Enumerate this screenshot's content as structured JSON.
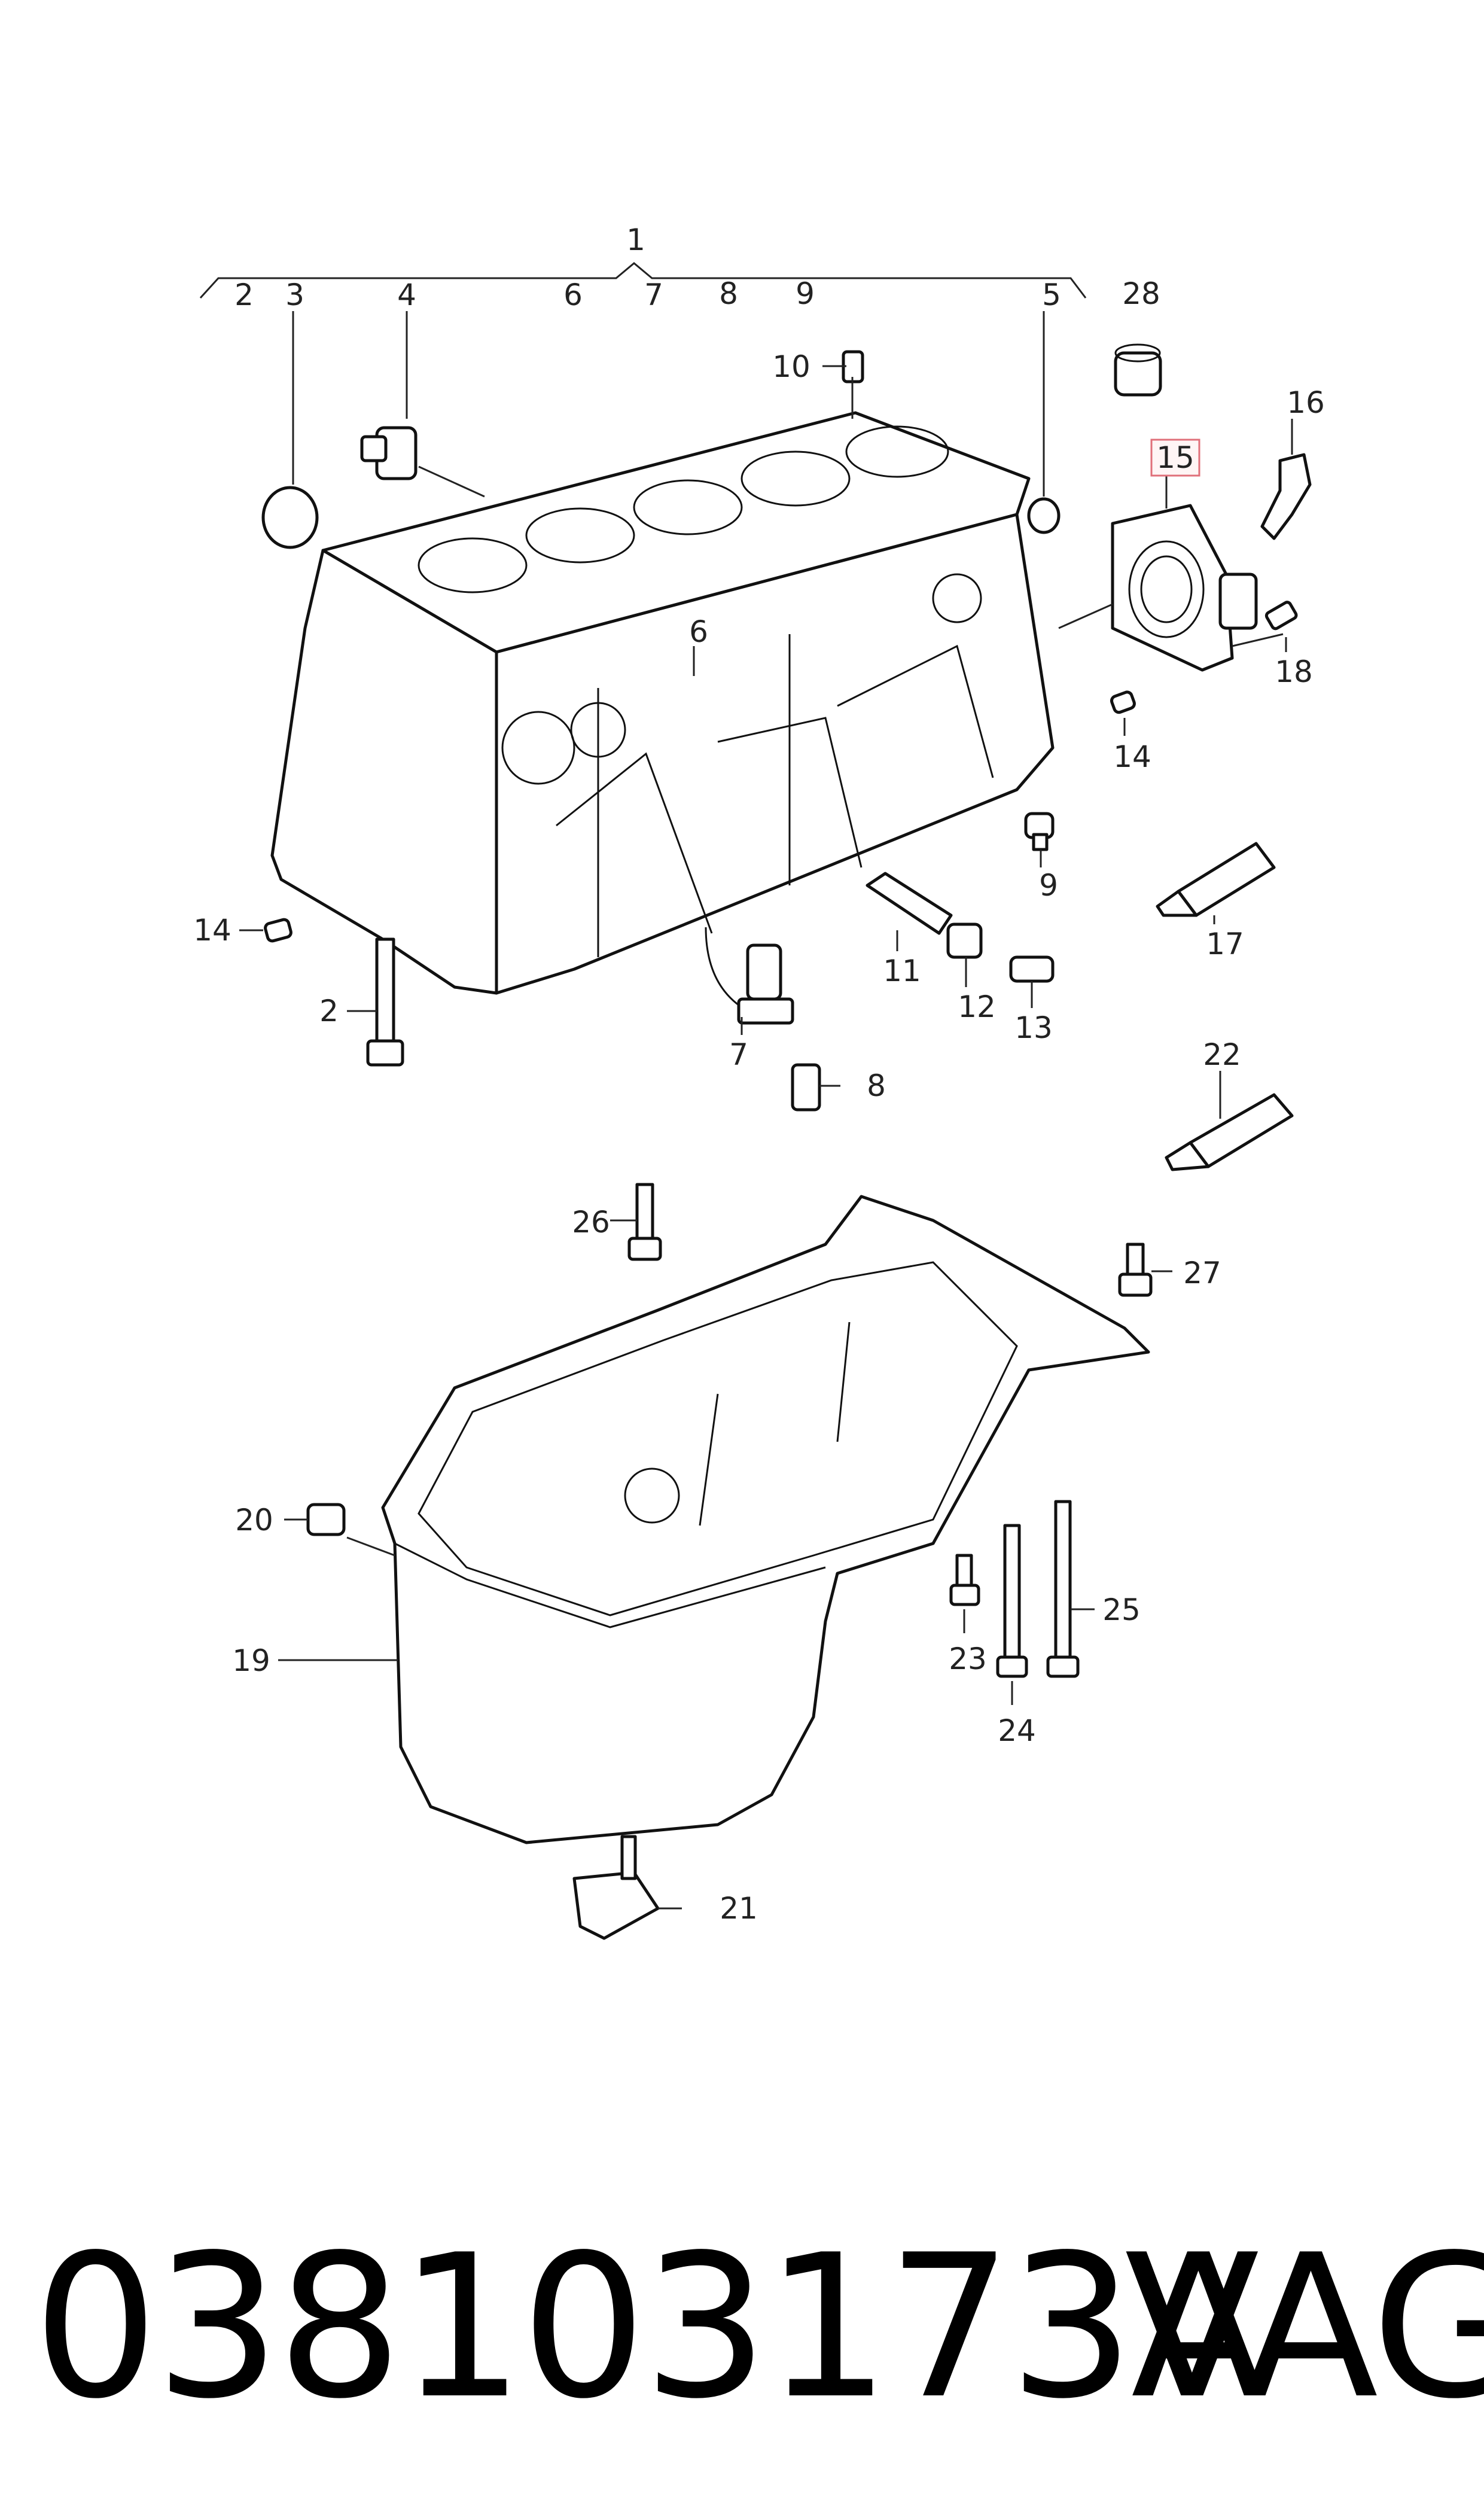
{
  "diagram": {
    "callouts": [
      {
        "label": "1"
      },
      {
        "label": "2"
      },
      {
        "label": "3"
      },
      {
        "label": "4"
      },
      {
        "label": "6"
      },
      {
        "label": "7"
      },
      {
        "label": "8"
      },
      {
        "label": "9"
      },
      {
        "label": "5"
      },
      {
        "label": "28"
      },
      {
        "label": "10"
      },
      {
        "label": "16"
      },
      {
        "label": "15"
      },
      {
        "label": "6"
      },
      {
        "label": "18"
      },
      {
        "label": "14"
      },
      {
        "label": "9"
      },
      {
        "label": "17"
      },
      {
        "label": "14"
      },
      {
        "label": "11"
      },
      {
        "label": "12"
      },
      {
        "label": "13"
      },
      {
        "label": "2"
      },
      {
        "label": "7"
      },
      {
        "label": "8"
      },
      {
        "label": "22"
      },
      {
        "label": "26"
      },
      {
        "label": "27"
      },
      {
        "label": "20"
      },
      {
        "label": "25"
      },
      {
        "label": "19"
      },
      {
        "label": "23"
      },
      {
        "label": "24"
      },
      {
        "label": "21"
      }
    ],
    "highlighted_callout": "15"
  },
  "footer": {
    "part_number": "038103173A",
    "brand": "VAG"
  }
}
